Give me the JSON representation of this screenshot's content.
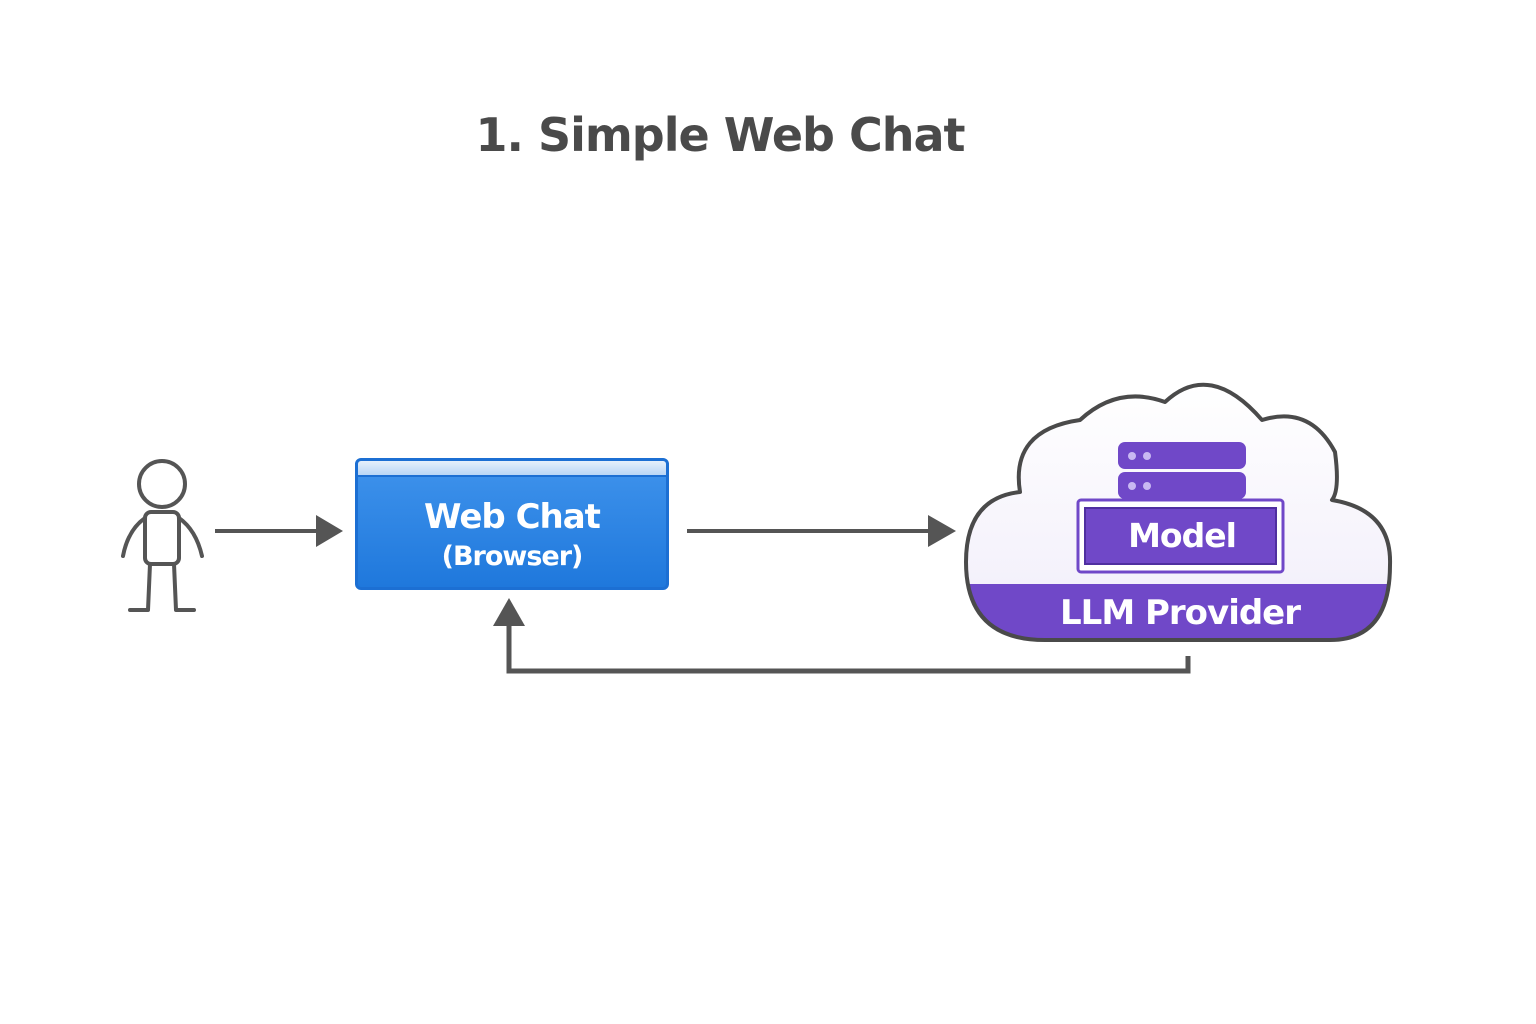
{
  "title": "1. Simple Web Chat",
  "nodes": {
    "user": {
      "icon": "person-icon"
    },
    "browser": {
      "title": "Web Chat",
      "subtitle": "(Browser)"
    },
    "provider": {
      "model_label": "Model",
      "label": "LLM Provider",
      "icon": "server-icon"
    }
  },
  "colors": {
    "title": "#4a4a4a",
    "arrow": "#555555",
    "browser": "#2a83e6",
    "browser_border": "#1c6fd3",
    "provider": "#7048c8",
    "provider_dark": "#4f2fa0",
    "cloud_outline": "#4a4a4a"
  }
}
